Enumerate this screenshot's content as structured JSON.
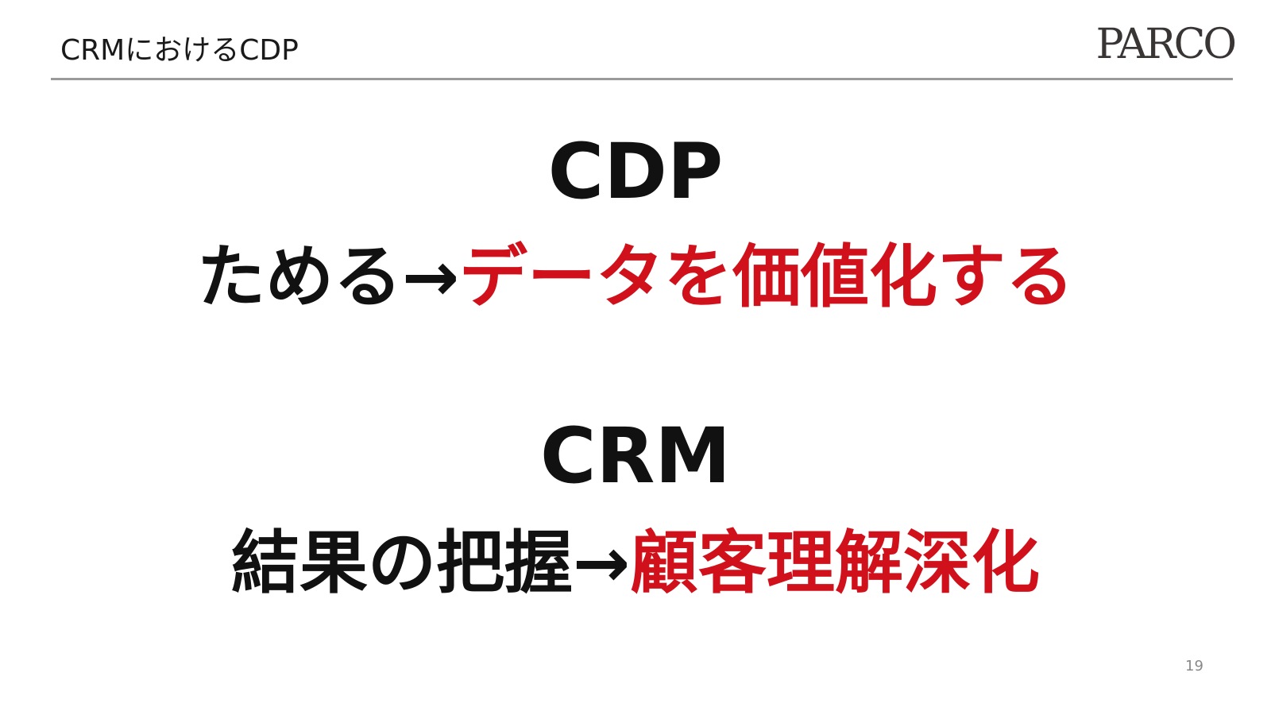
{
  "header": {
    "title": "CRMにおけるCDP",
    "logo": "PARCO"
  },
  "blocks": [
    {
      "heading": "CDP",
      "before": "ためる→",
      "highlight": "データを価値化する"
    },
    {
      "heading": "CRM",
      "before": "結果の把握→",
      "highlight": "顧客理解深化"
    }
  ],
  "colors": {
    "highlight": "#d0101a",
    "rule": "#9a9a9a"
  },
  "page_number": "19"
}
